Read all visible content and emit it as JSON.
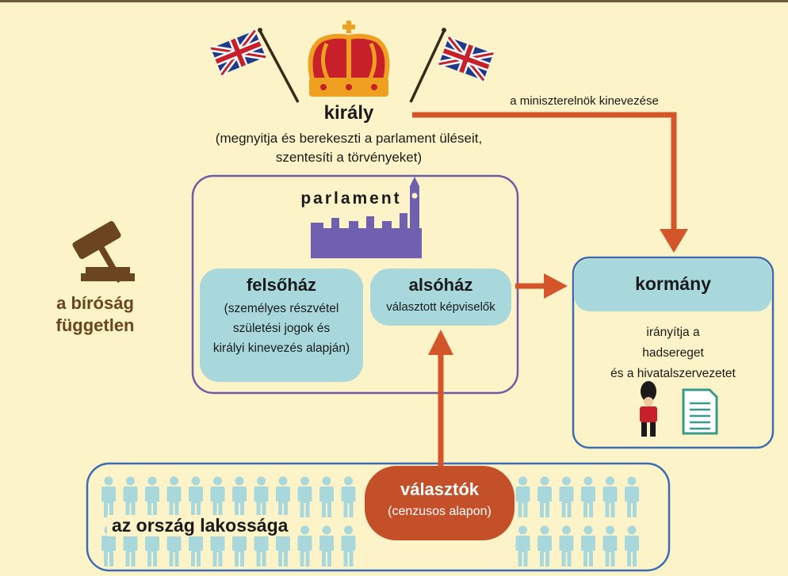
{
  "king": {
    "title": "király",
    "desc_line1": "(megnyitja és berekeszti a parlament üléseit,",
    "desc_line2": "szentesíti a törvényeket)"
  },
  "arrow_label": "a miniszterelnök kinevezése",
  "parliament": {
    "title": "parlament",
    "upper_house": {
      "title": "felsőház",
      "line1": "(személyes részvétel",
      "line2": "születési jogok és",
      "line3": "királyi kinevezés alapján)"
    },
    "lower_house": {
      "title": "alsóház",
      "subtitle": "választott képviselők"
    }
  },
  "government": {
    "title": "kormány",
    "line1": "irányítja a",
    "line2": "hadsereget",
    "line3": "és a hivatalszervezetet"
  },
  "court": {
    "line1": "a bíróság",
    "line2": "független"
  },
  "population": {
    "label": "az ország lakossága"
  },
  "voters": {
    "title": "választók",
    "subtitle": "(cenzusos alapon)"
  },
  "icons": [
    "union-jack-flag-icon",
    "crown-icon",
    "parliament-building-icon",
    "gavel-icon",
    "royal-guard-icon",
    "document-icon",
    "person-icon"
  ],
  "colors": {
    "background": "#fdf3c8",
    "arrow": "#d4552a",
    "house_box": "#a8d8dc",
    "parliament_border": "#6f5aa6",
    "government_border": "#3a6db5",
    "population_border": "#3a6db5",
    "voters_bg": "#c4502a",
    "court_text": "#6b4420",
    "person": "#a8d8dc"
  }
}
